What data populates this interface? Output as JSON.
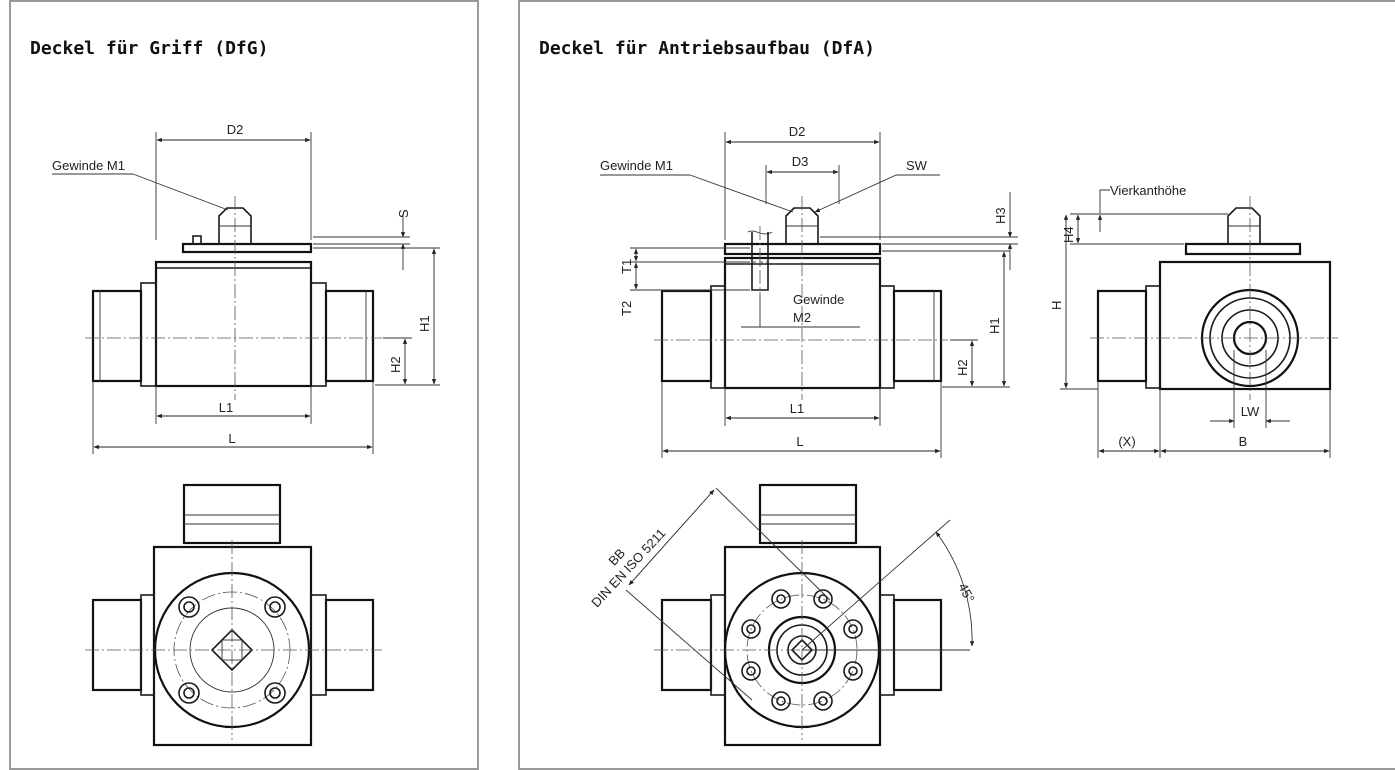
{
  "left_panel": {
    "title": "Deckel für Griff (DfG)",
    "labels": {
      "thread": "Gewinde M1",
      "d2": "D2",
      "s": "S",
      "h1": "H1",
      "h2": "H2",
      "l1": "L1",
      "l": "L"
    }
  },
  "right_panel": {
    "title": "Deckel für Antriebsaufbau (DfA)",
    "labels": {
      "thread_m1": "Gewinde M1",
      "d2": "D2",
      "d3": "D3",
      "sw": "SW",
      "h3": "H3",
      "t1": "T1",
      "t2": "T2",
      "thread_m2_line1": "Gewinde",
      "thread_m2_line2": "M2",
      "h1": "H1",
      "h2": "H2",
      "l1": "L1",
      "l": "L",
      "square_height": "Vierkanthöhe",
      "h4": "H4",
      "h": "H",
      "lw": "LW",
      "x": "(X)",
      "b": "B",
      "bb_line1": "BB",
      "bb_line2": "DIN EN ISO 5211",
      "angle": "45°"
    }
  }
}
